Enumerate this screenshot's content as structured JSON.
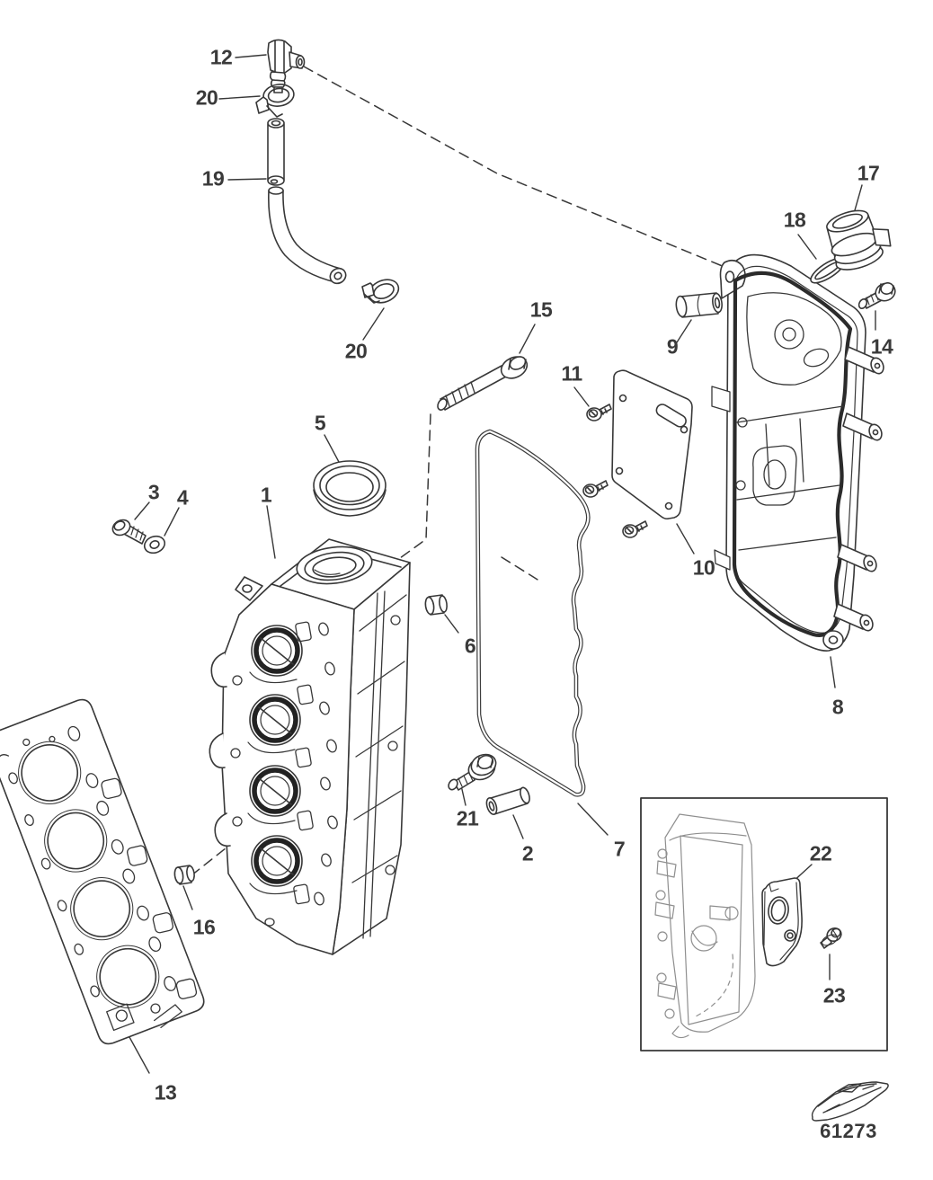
{
  "diagram": {
    "part_number": "61273",
    "logo_icon": "speedboat-line-drawing",
    "colors": {
      "line": "#383838",
      "label": "#3a3a3a",
      "faint_line": "#8f8f8f",
      "background": "#ffffff"
    },
    "callouts": [
      {
        "label": "12"
      },
      {
        "label": "20"
      },
      {
        "label": "19"
      },
      {
        "label": "20"
      },
      {
        "label": "15"
      },
      {
        "label": "5"
      },
      {
        "label": "3"
      },
      {
        "label": "4"
      },
      {
        "label": "1"
      },
      {
        "label": "17"
      },
      {
        "label": "18"
      },
      {
        "label": "9"
      },
      {
        "label": "14"
      },
      {
        "label": "11"
      },
      {
        "label": "10"
      },
      {
        "label": "8"
      },
      {
        "label": "6"
      },
      {
        "label": "21"
      },
      {
        "label": "2"
      },
      {
        "label": "7"
      },
      {
        "label": "16"
      },
      {
        "label": "13"
      },
      {
        "label": "22"
      },
      {
        "label": "23"
      }
    ]
  }
}
